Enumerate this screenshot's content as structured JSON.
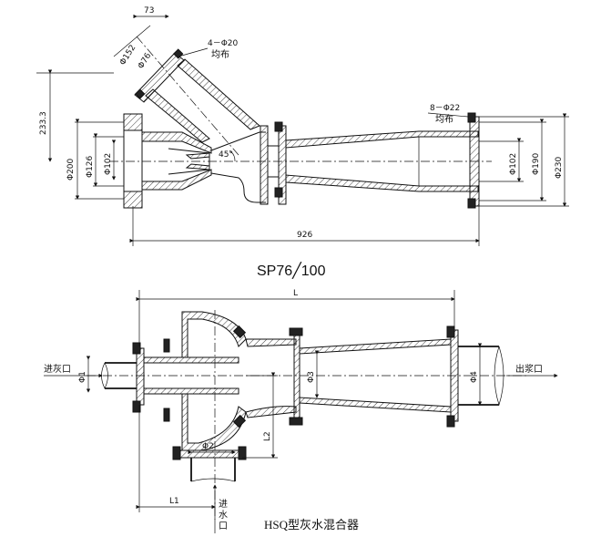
{
  "top": {
    "title": "SP76╱100",
    "dims": {
      "d73": "73",
      "d152": "Φ152",
      "d76": "Φ76",
      "bolts_in": "4－Φ20",
      "bolts_in_note": "均布",
      "d233": "233.3",
      "d200": "Φ200",
      "d126": "Φ126",
      "d102_left": "Φ102",
      "angle": "45°",
      "bolts_out": "8－Φ22",
      "bolts_out_note": "均布",
      "d102_right": "Φ102",
      "d190": "Φ190",
      "d230": "Φ230",
      "length": "926"
    }
  },
  "bottom": {
    "title": "HSQ型灰水混合器",
    "dims": {
      "L": "L",
      "phi1": "Φ1",
      "phi2": "Φ2",
      "phi3": "Φ3",
      "phi4": "Φ4",
      "L1": "L1",
      "L2": "L2"
    },
    "labels": {
      "ash_inlet": "进灰口",
      "slurry_outlet": "出浆口",
      "water_inlet_1": "进",
      "water_inlet_2": "水",
      "water_inlet_3": "口"
    }
  }
}
